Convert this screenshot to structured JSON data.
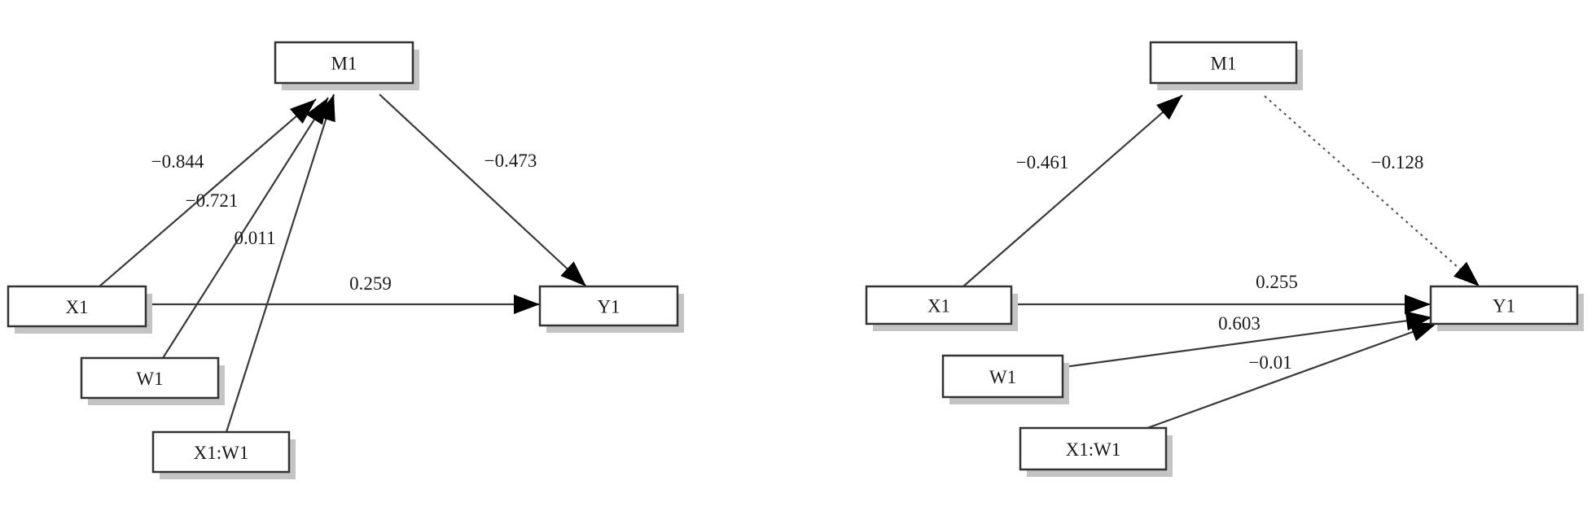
{
  "diagrams": [
    {
      "id": "left",
      "nodes": [
        {
          "id": "M1",
          "label": "M1"
        },
        {
          "id": "X1",
          "label": "X1"
        },
        {
          "id": "W1",
          "label": "W1"
        },
        {
          "id": "X1W1",
          "label": "X1:W1"
        },
        {
          "id": "Y1",
          "label": "Y1"
        }
      ],
      "edges": [
        {
          "from": "X1",
          "to": "M1",
          "label": "−0.844",
          "style": "solid"
        },
        {
          "from": "W1",
          "to": "M1",
          "label": "−0.721",
          "style": "solid"
        },
        {
          "from": "X1W1",
          "to": "M1",
          "label": "0.011",
          "style": "solid"
        },
        {
          "from": "M1",
          "to": "Y1",
          "label": "−0.473",
          "style": "solid"
        },
        {
          "from": "X1",
          "to": "Y1",
          "label": "0.259",
          "style": "solid"
        }
      ]
    },
    {
      "id": "right",
      "nodes": [
        {
          "id": "M1",
          "label": "M1"
        },
        {
          "id": "X1",
          "label": "X1"
        },
        {
          "id": "W1",
          "label": "W1"
        },
        {
          "id": "X1W1",
          "label": "X1:W1"
        },
        {
          "id": "Y1",
          "label": "Y1"
        }
      ],
      "edges": [
        {
          "from": "X1",
          "to": "M1",
          "label": "−0.461",
          "style": "solid"
        },
        {
          "from": "M1",
          "to": "Y1",
          "label": "−0.128",
          "style": "dotted"
        },
        {
          "from": "X1",
          "to": "Y1",
          "label": "0.255",
          "style": "solid"
        },
        {
          "from": "W1",
          "to": "Y1",
          "label": "0.603",
          "style": "solid"
        },
        {
          "from": "X1W1",
          "to": "Y1",
          "label": "−0.01",
          "style": "solid"
        }
      ]
    }
  ]
}
